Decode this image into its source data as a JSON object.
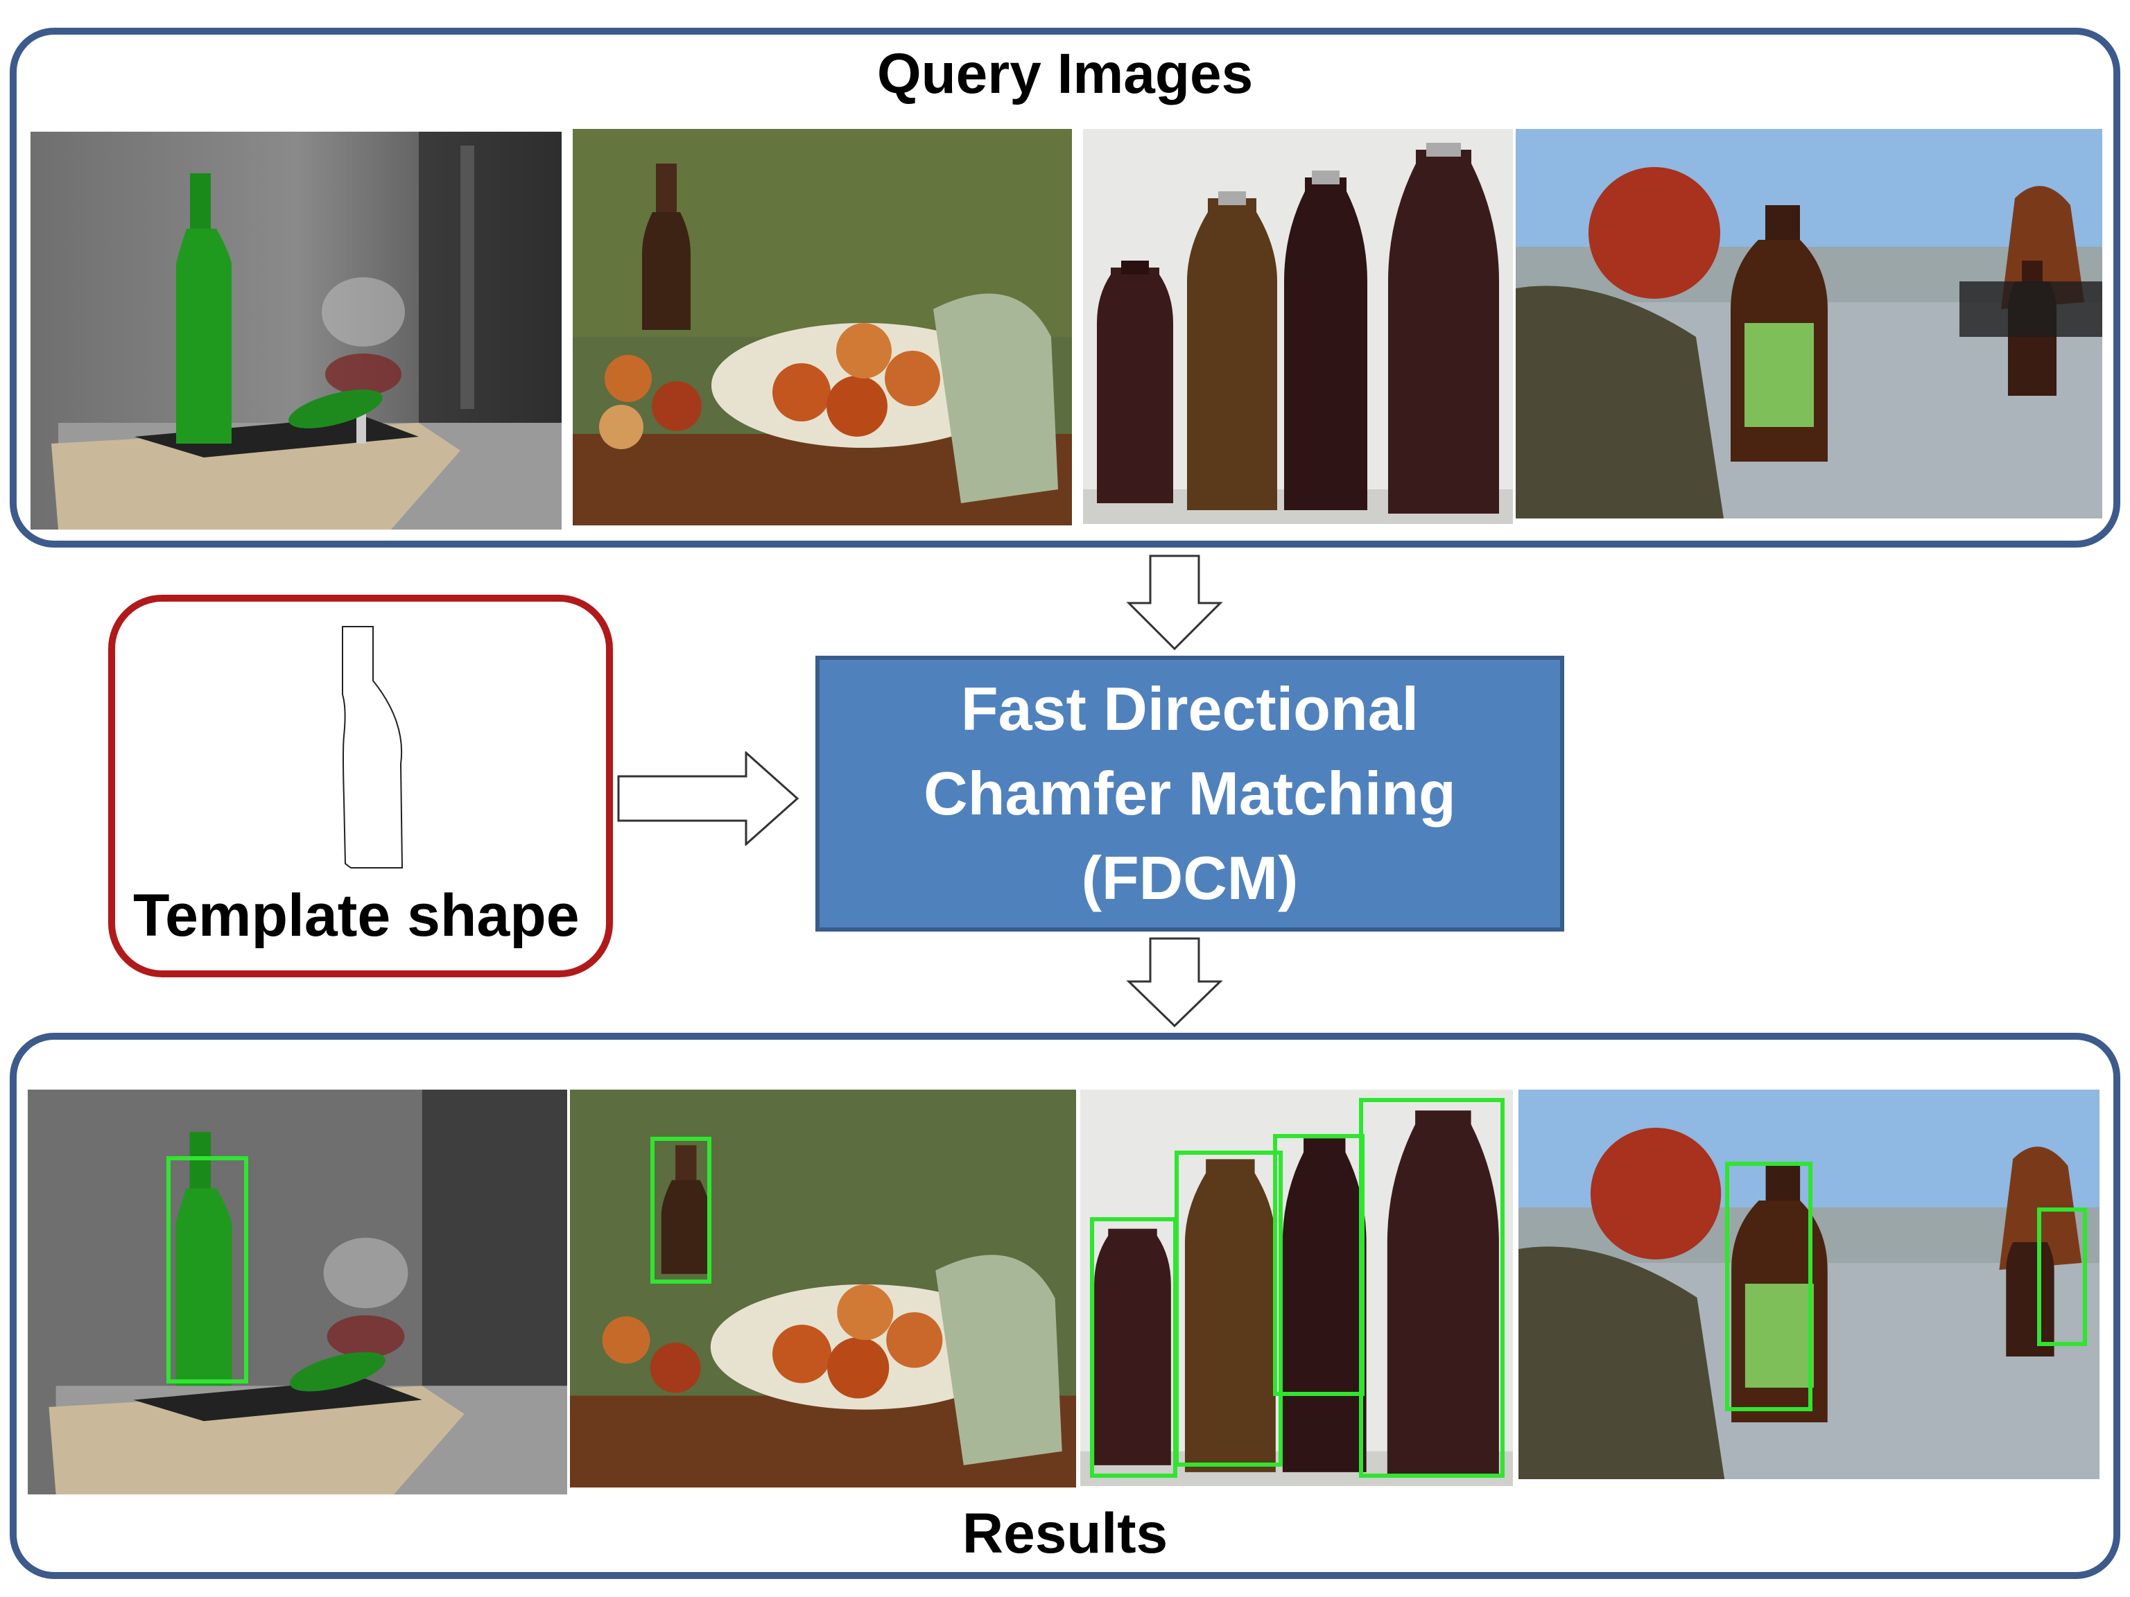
{
  "query_panel": {
    "title": "Query Images"
  },
  "template": {
    "label": "Template shape"
  },
  "method": {
    "line1": "Fast Directional",
    "line2": "Chamfer Matching",
    "line3": "(FDCM)"
  },
  "results_panel": {
    "title": "Results"
  },
  "colors": {
    "panel_border": "#3d5a8c",
    "template_border": "#b11a1a",
    "method_fill": "#4f81bd",
    "detection_box": "#2fe52f"
  },
  "icons": [
    "down-arrow-icon",
    "right-arrow-icon",
    "bottle-outline-icon"
  ]
}
